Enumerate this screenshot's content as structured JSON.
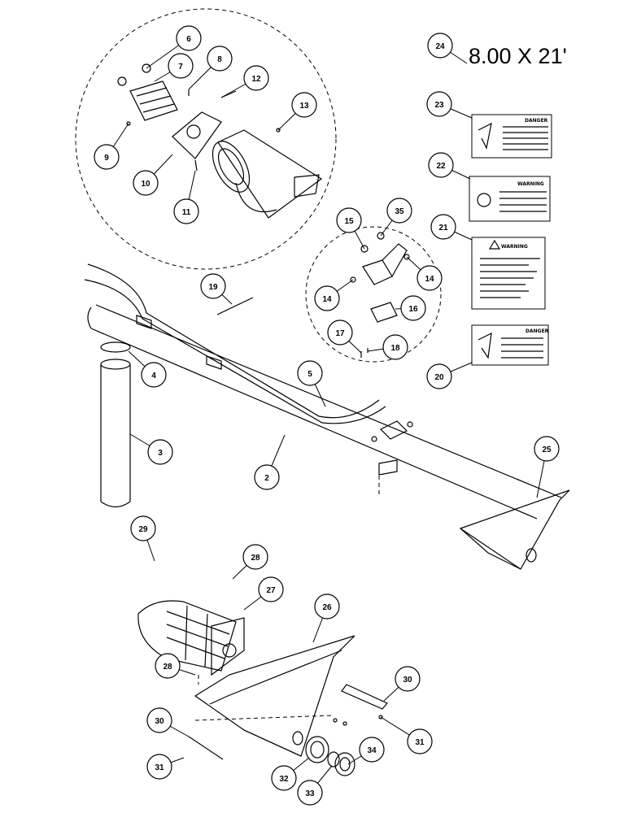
{
  "title": "8.00 X 21'",
  "callouts": [
    {
      "id": "c24",
      "label": "24"
    },
    {
      "id": "c6",
      "label": "6"
    },
    {
      "id": "c7",
      "label": "7"
    },
    {
      "id": "c8",
      "label": "8"
    },
    {
      "id": "c12",
      "label": "12"
    },
    {
      "id": "c13",
      "label": "13"
    },
    {
      "id": "c9",
      "label": "9"
    },
    {
      "id": "c10",
      "label": "10"
    },
    {
      "id": "c11",
      "label": "11"
    },
    {
      "id": "c23",
      "label": "23"
    },
    {
      "id": "c22",
      "label": "22"
    },
    {
      "id": "c21",
      "label": "21"
    },
    {
      "id": "c15",
      "label": "15"
    },
    {
      "id": "c35",
      "label": "35"
    },
    {
      "id": "c14a",
      "label": "14"
    },
    {
      "id": "c14b",
      "label": "14"
    },
    {
      "id": "c16",
      "label": "16"
    },
    {
      "id": "c17",
      "label": "17"
    },
    {
      "id": "c18",
      "label": "18"
    },
    {
      "id": "c19",
      "label": "19"
    },
    {
      "id": "c20",
      "label": "20"
    },
    {
      "id": "c4",
      "label": "4"
    },
    {
      "id": "c5",
      "label": "5"
    },
    {
      "id": "c3",
      "label": "3"
    },
    {
      "id": "c2",
      "label": "2"
    },
    {
      "id": "c25",
      "label": "25"
    },
    {
      "id": "c29",
      "label": "29"
    },
    {
      "id": "c28a",
      "label": "28"
    },
    {
      "id": "c27",
      "label": "27"
    },
    {
      "id": "c26",
      "label": "26"
    },
    {
      "id": "c28b",
      "label": "28"
    },
    {
      "id": "c30a",
      "label": "30"
    },
    {
      "id": "c30b",
      "label": "30"
    },
    {
      "id": "c31a",
      "label": "31"
    },
    {
      "id": "c31b",
      "label": "31"
    },
    {
      "id": "c32",
      "label": "32"
    },
    {
      "id": "c33",
      "label": "33"
    },
    {
      "id": "c34",
      "label": "34"
    }
  ],
  "decals": {
    "d23": {
      "title": "DANGER"
    },
    "d22": {
      "title": "WARNING"
    },
    "d21": {
      "title": "WARNING"
    },
    "d20": {
      "title": "DANGER"
    }
  }
}
